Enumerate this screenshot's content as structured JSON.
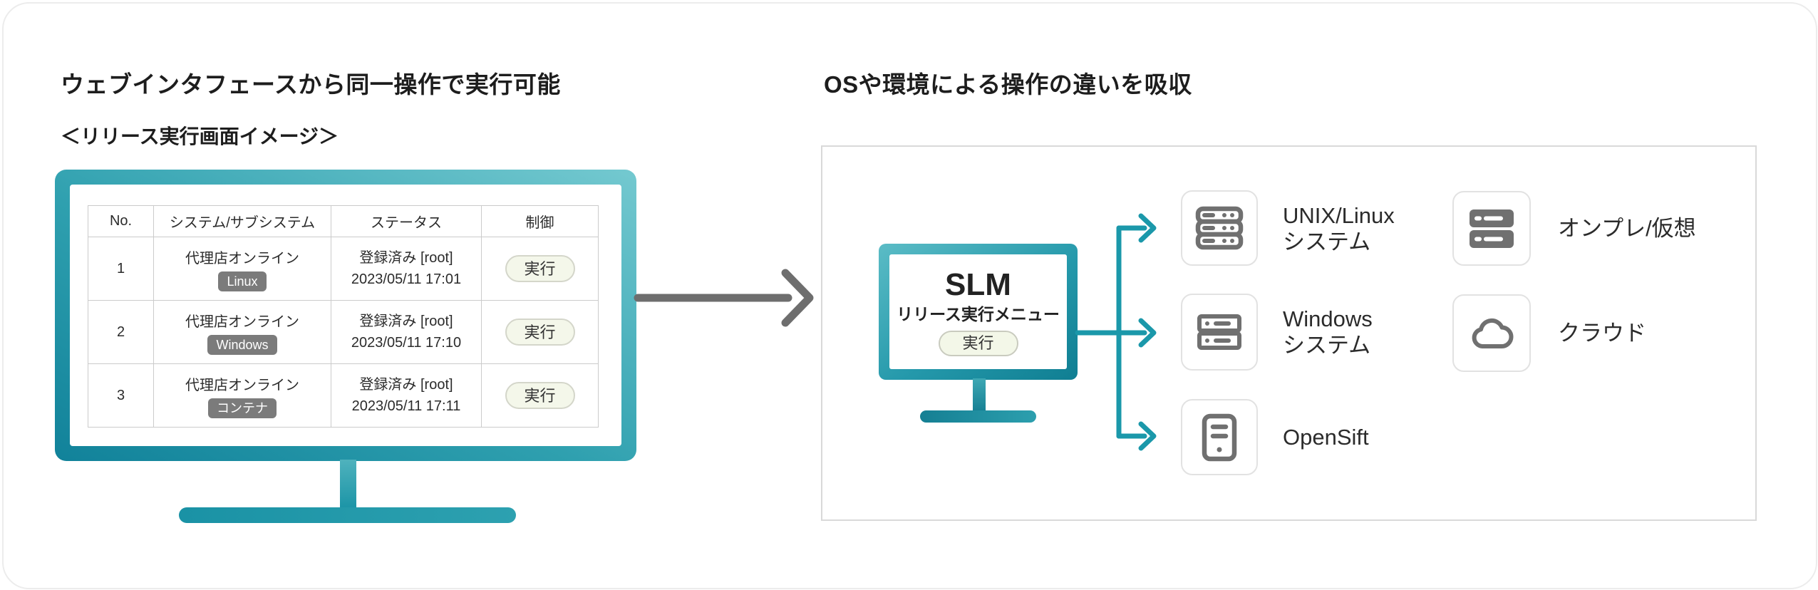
{
  "left": {
    "title": "ウェブインタフェースから同一操作で実行可能",
    "subtitle": "＜リリース実行画面イメージ＞",
    "table": {
      "headers": [
        "No.",
        "システム/サブシステム",
        "ステータス",
        "制御"
      ],
      "rows": [
        {
          "no": "1",
          "system": "代理店オンライン",
          "badge": "Linux",
          "status1": "登録済み [root]",
          "status2": "2023/05/11 17:01",
          "control": "実行"
        },
        {
          "no": "2",
          "system": "代理店オンライン",
          "badge": "Windows",
          "status1": "登録済み [root]",
          "status2": "2023/05/11 17:10",
          "control": "実行"
        },
        {
          "no": "3",
          "system": "代理店オンライン",
          "badge": "コンテナ",
          "status1": "登録済み [root]",
          "status2": "2023/05/11 17:11",
          "control": "実行"
        }
      ]
    }
  },
  "right": {
    "title": "OSや環境による操作の違いを吸収",
    "slm": {
      "name": "SLM",
      "menu": "リリース実行メニュー",
      "button": "実行"
    },
    "targets": [
      {
        "line1": "UNIX/Linux",
        "line2": "システム",
        "icon": "server-stack-icon"
      },
      {
        "line1": "Windows",
        "line2": "システム",
        "icon": "server-rack-icon"
      },
      {
        "line1": "OpenSift",
        "line2": "",
        "icon": "tower-server-icon"
      }
    ],
    "environments": [
      {
        "label": "オンプレ/仮想",
        "icon": "server-filled-icon"
      },
      {
        "label": "クラウド",
        "icon": "cloud-icon"
      }
    ]
  },
  "colors": {
    "teal_light": "#74c9d0",
    "teal_dark": "#11829a",
    "teal_line": "#1b98aa",
    "arrow_gray": "#6e6e6e",
    "icon_gray": "#707070",
    "badge_gray": "#7b7b7b",
    "button_bg": "#f4f7ea",
    "panel_border": "#d9d9d9"
  }
}
